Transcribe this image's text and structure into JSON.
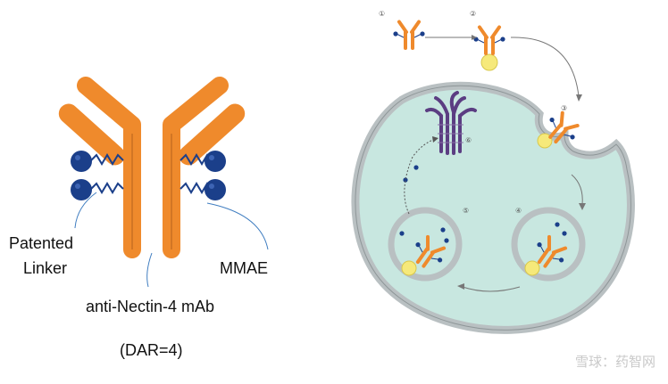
{
  "labels": {
    "patented_linker_line1": "Patented",
    "patented_linker_line2": "Linker",
    "mmae": "MMAE",
    "antibody": "anti-Nectin-4 mAb",
    "dar": "(DAR=4)"
  },
  "steps": [
    "①",
    "②",
    "③",
    "④",
    "⑤",
    "⑥"
  ],
  "watermark": "雪球：药智网",
  "colors": {
    "antibody": "#ef8a2c",
    "payload": "#1b3f8a",
    "cell_fill": "#c8e7e0",
    "membrane": "#b9c0c2",
    "receptor": "#f6e97a",
    "proteasome": "#5b3d82"
  }
}
